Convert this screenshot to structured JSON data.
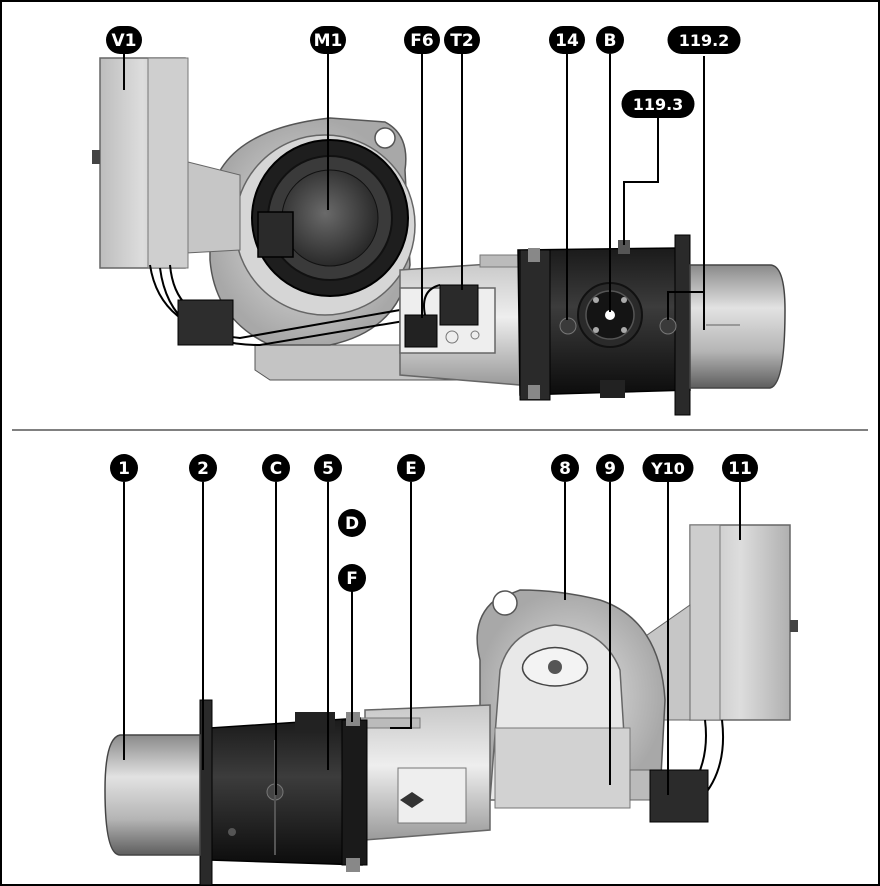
{
  "labels": {
    "v1": "V1",
    "m1": "M1",
    "f6": "F6",
    "t2": "T2",
    "n14": "14",
    "b": "B",
    "n119_2": "119.2",
    "n119_3": "119.3",
    "n1": "1",
    "n2": "2",
    "c": "C",
    "n5": "5",
    "e": "E",
    "d": "D",
    "f": "F",
    "n8": "8",
    "n9": "9",
    "y10": "Y10",
    "n11": "11"
  }
}
